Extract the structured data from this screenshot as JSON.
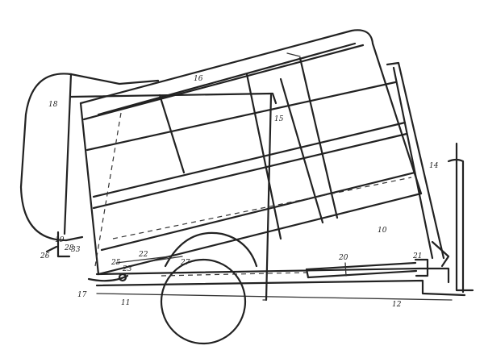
{
  "figure": {
    "labels": {
      "l10": "10",
      "l11": "11",
      "l12": "12",
      "l14": "14",
      "l15": "15",
      "l16": "16",
      "l17": "17",
      "l18": "18",
      "l19": "19",
      "l20": "20",
      "l21": "21",
      "l22": "22",
      "l23": "23",
      "l25": "25",
      "l26": "26",
      "l27": "27",
      "l28": "28",
      "l33": "33"
    }
  }
}
